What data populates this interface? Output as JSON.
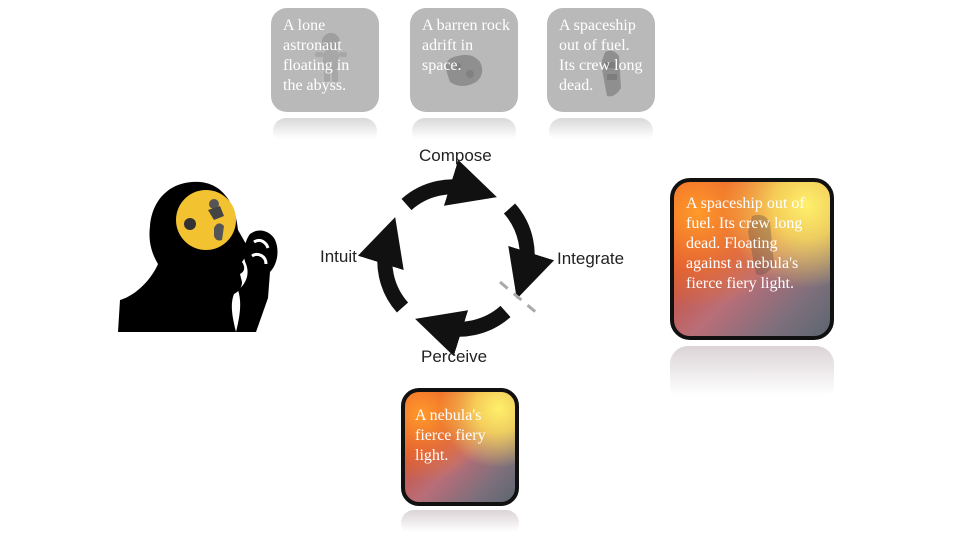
{
  "cards_top": [
    {
      "text": "A lone astronaut floating in the abyss.",
      "icon": "astronaut-icon"
    },
    {
      "text": "A barren rock adrift in space.",
      "icon": "asteroid-icon"
    },
    {
      "text": "A spaceship out of fuel. Its crew long dead.",
      "icon": "spaceship-icon"
    }
  ],
  "cycle": {
    "compose": "Compose",
    "integrate": "Integrate",
    "perceive": "Perceive",
    "intuit": "Intuit"
  },
  "card_integrated": {
    "text": "A spaceship out of fuel. Its crew long dead. Floating against a nebula's fierce fiery light."
  },
  "card_perceive": {
    "text": "A nebula's fierce fiery light."
  },
  "head": {
    "icon": "thinking-head-icon",
    "brain_fill": "#f2c230"
  },
  "colors": {
    "card_grey": "#b9b9b9",
    "arrow": "#111111",
    "fiery_orange": "#e6542d",
    "fiery_yellow": "#fff06a"
  }
}
